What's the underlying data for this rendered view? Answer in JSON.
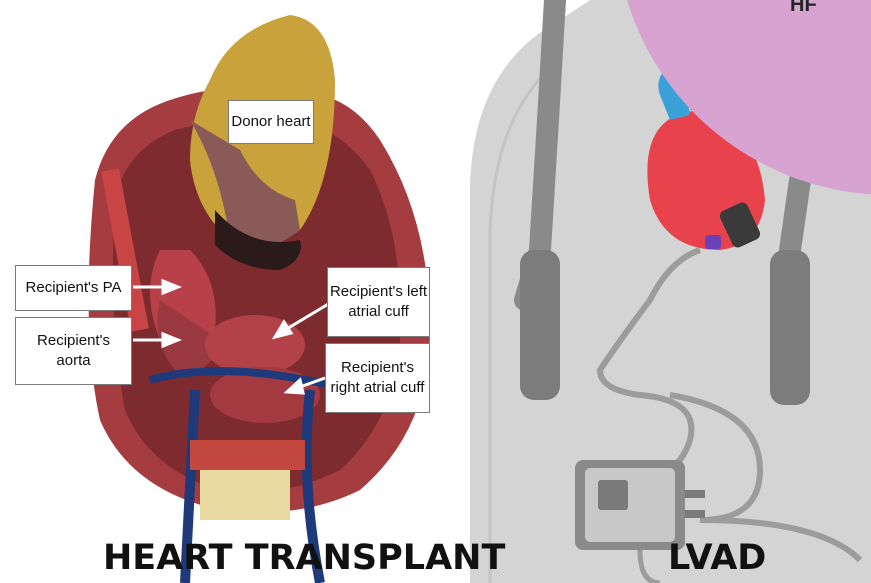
{
  "labels": {
    "donor_heart": "Donor heart",
    "recipient_pa": "Recipient's PA",
    "recipient_aorta": "Recipient's\naorta",
    "recipient_left_atrial_cuff": "Recipient's left\natrial cuff",
    "recipient_right_atrial_cuff": "Recipient's\nright atrial cuff"
  },
  "captions": {
    "left": "HEART TRANSPLANT",
    "right": "LVAD"
  },
  "corner_text": "HF",
  "colors": {
    "corner_circle": "#d7a3d1",
    "torso": "#d3d3d3",
    "straps": "#8f8f8f",
    "lvad_heart": "#e8434c",
    "surgical_tissue": "#9c3a3c",
    "donor_heart_fat": "#c9a23c"
  }
}
